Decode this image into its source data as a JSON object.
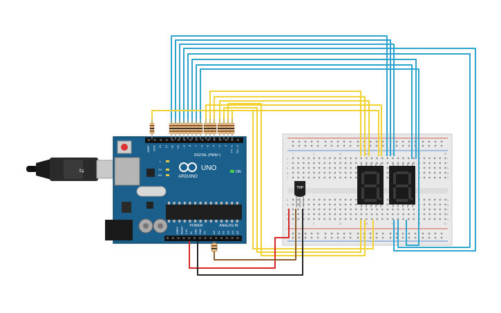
{
  "arduino": {
    "brand": "ARDUINO",
    "model": "UNO",
    "digital_label": "DIGITAL (PWM~)",
    "power_label": "POWER",
    "analog_label": "ANALOG IN",
    "on_label": "ON",
    "led_labels": [
      "L",
      "TX",
      "RX"
    ],
    "digital_pins": [
      "AREF",
      "GND",
      "13",
      "12",
      "~11",
      "~10",
      "~9",
      "8",
      "7",
      "~6",
      "~5",
      "4",
      "~3",
      "2",
      "TX→1",
      "RX←0"
    ],
    "power_pins": [
      "IOREF",
      "RESET",
      "3.3V",
      "5V",
      "GND",
      "GND",
      "Vin"
    ],
    "analog_pins": [
      "A0",
      "A1",
      "A2",
      "A3",
      "A4",
      "A5"
    ],
    "colors": {
      "board": "#1b5f8c",
      "board_edge": "#134a6e"
    }
  },
  "sensor": {
    "label": "TMP"
  },
  "breadboard": {
    "row_letters_top": [
      "j",
      "i",
      "h",
      "g",
      "f"
    ],
    "row_letters_bottom": [
      "e",
      "d",
      "c",
      "b",
      "a"
    ],
    "column_numbers": [
      "1",
      "5",
      "10",
      "15",
      "20",
      "25",
      "30"
    ]
  },
  "wire_colors": {
    "blue": "#2ba3cf",
    "yellow": "#f2d230",
    "red": "#d62424",
    "black": "#222222",
    "brown": "#8b5a2b"
  }
}
